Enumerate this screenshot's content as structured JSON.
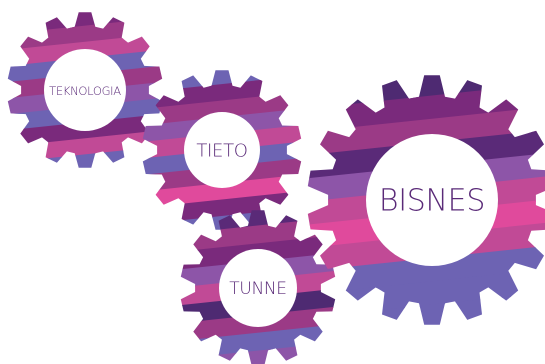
{
  "gears": [
    {
      "name": "gear-teknologia",
      "label": "TEKNOLOGIA"
    },
    {
      "name": "gear-tieto",
      "label": "TIETO"
    },
    {
      "name": "gear-tunne",
      "label": "TUNNE"
    },
    {
      "name": "gear-bisnes",
      "label": "BISNES"
    }
  ],
  "palette": {
    "label_color": "#5a2a78",
    "hub_color": "#ffffff",
    "stripe_colors": [
      "#7a2a7c",
      "#9b3a86",
      "#c14a96",
      "#6d63b3",
      "#5a2a78",
      "#e04a9c",
      "#8d55a8",
      "#4e2a72"
    ]
  }
}
